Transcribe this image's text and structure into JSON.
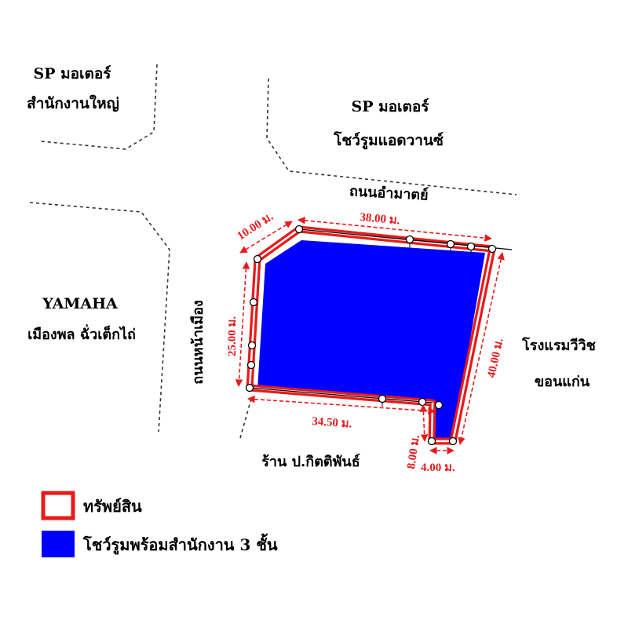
{
  "labels": {
    "sp_motor_hq_line1": "SP มอเตอร์",
    "sp_motor_hq_line2": "สำนักงานใหญ่",
    "sp_motor_showroom_line1": "SP มอเตอร์",
    "sp_motor_showroom_line2": "โชว์รูมแอดวานซ์",
    "road_ammat": "ถนนอำมาตย์",
    "yamaha_line1": "YAMAHA",
    "yamaha_line2": "เมืองพล ฉั่วเต็กไถ่",
    "road_na_mueang": "ถนนหน้าเมือง",
    "hotel_line1": "โรงแรมวีวิช",
    "hotel_line2": "ขอนแก่น",
    "shop": "ร้าน ป.กิตติพันธ์"
  },
  "dimensions": {
    "top_left": "10.00 ม.",
    "top": "38.00 ม.",
    "left": "25.00 ม.",
    "right": "40.00 ม.",
    "bottom": "34.50 ม.",
    "notch_height": "8.00 ม.",
    "notch_width": "4.00 ม."
  },
  "legend": {
    "property": "ทรัพย์สิน",
    "building": "โชว์รูมพร้อมสำนักงาน 3 ชั้น"
  },
  "colors": {
    "boundary": "#e81a1a",
    "building": "#0000ff",
    "dimension_text": "#e81a1a"
  }
}
